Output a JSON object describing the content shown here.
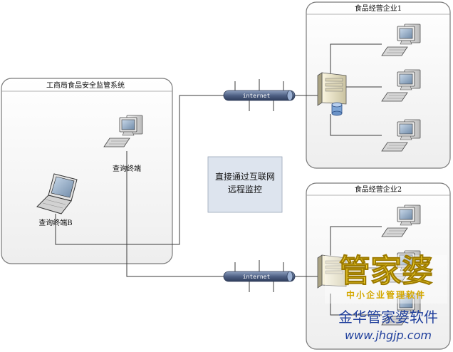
{
  "regulator": {
    "title": "工商局食品安全监管系统",
    "terminal_a": "查询终端",
    "terminal_b": "查询终端B"
  },
  "network": {
    "label_top": "internet",
    "label_bottom": "internet"
  },
  "center_note": {
    "line1": "直接通过互联网",
    "line2": "远程监控"
  },
  "enterprise_1": {
    "title": "食品经营企业1"
  },
  "enterprise_2": {
    "title": "食品经营企业2"
  },
  "watermark": {
    "logo": "管家婆",
    "slogan": "中小企业管理软件",
    "brand": "金华管家婆软件",
    "url": "www.jhgjp.com"
  },
  "colors": {
    "panel_fill": "#f6f6f6",
    "panel_border": "#7a7a7a",
    "note_fill": "#dde4ee",
    "pipe": "#5b6d8f",
    "watermark_logo": "#f2d22c",
    "watermark_brand": "#1f3f9c"
  }
}
